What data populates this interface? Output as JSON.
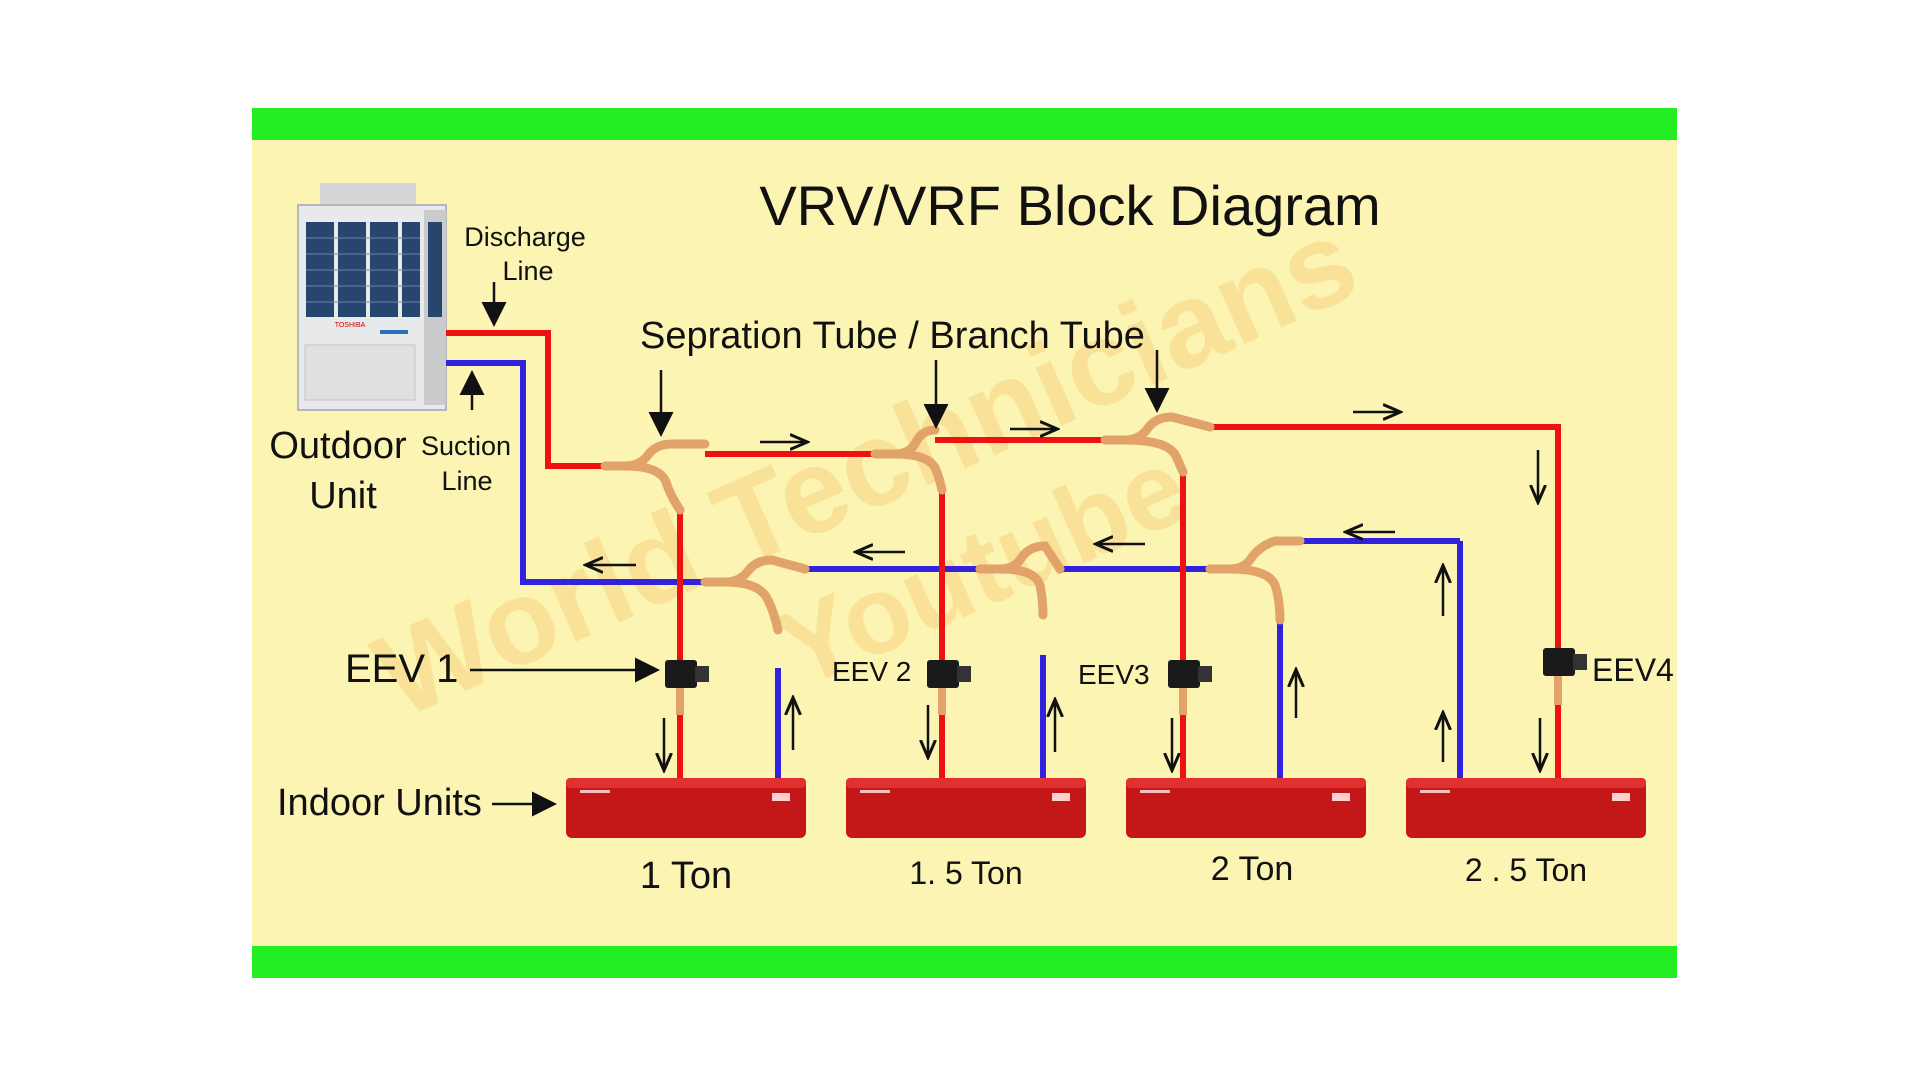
{
  "title": "VRV/VRF Block Diagram",
  "colors": {
    "background": "#fbf4b2",
    "frame_bar": "#22ee22",
    "discharge_line": "#ee1111",
    "suction_line": "#3322dd",
    "indoor_unit": "#c41818",
    "copper": "#e2a36a"
  },
  "outdoor_unit": {
    "label_line1": "Outdoor",
    "label_line2": "Unit",
    "brand": "TOSHIBA"
  },
  "lines": {
    "discharge": {
      "label_line1": "Discharge",
      "label_line2": "Line"
    },
    "suction": {
      "label_line1": "Suction",
      "label_line2": "Line"
    }
  },
  "separation_tube_label": "Sepration Tube / Branch Tube",
  "eev_labels": [
    "EEV 1",
    "EEV 2",
    "EEV3",
    "EEV4"
  ],
  "indoor_units_label": "Indoor Units",
  "indoor_units": [
    {
      "capacity": "1 Ton"
    },
    {
      "capacity": "1. 5 Ton"
    },
    {
      "capacity": "2 Ton"
    },
    {
      "capacity": "2 . 5 Ton"
    }
  ],
  "watermark": {
    "line1": "World Technicians",
    "line2": "Youtube"
  }
}
